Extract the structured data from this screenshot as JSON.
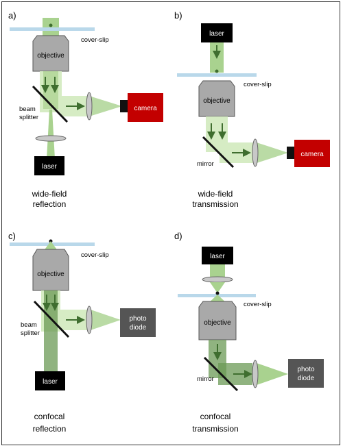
{
  "colors": {
    "beam_light": "#d6ecc4",
    "beam_mid": "#a9d28f",
    "beam_dark": "#6b9a56",
    "arrow": "#3f6e2f",
    "objective": "#a9a9a9",
    "coverslip": "#b9d8ea",
    "camera": "#c30000",
    "laser": "#000000",
    "photodiode": "#555555",
    "lens": "#c8c8c8"
  },
  "panels": {
    "a": {
      "letter": "a)",
      "coverslip": "cover-slip",
      "objective": "objective",
      "splitter": [
        "beam",
        "splitter"
      ],
      "camera": "camera",
      "laser": "laser",
      "caption": [
        "wide-field",
        "reflection"
      ]
    },
    "b": {
      "letter": "b)",
      "laser": "laser",
      "coverslip": "cover-slip",
      "objective": "objective",
      "mirror": "mirror",
      "camera": "camera",
      "caption": [
        "wide-field",
        "transmission"
      ]
    },
    "c": {
      "letter": "c)",
      "coverslip": "cover-slip",
      "objective": "objective",
      "splitter": [
        "beam",
        "splitter"
      ],
      "detector": [
        "photo",
        "diode"
      ],
      "laser": "laser",
      "caption": [
        "confocal",
        "reflection"
      ]
    },
    "d": {
      "letter": "d)",
      "laser": "laser",
      "coverslip": "cover-slip",
      "objective": "objective",
      "mirror": "mirror",
      "detector": [
        "photo",
        "diode"
      ],
      "caption": [
        "confocal",
        "transmission"
      ]
    }
  }
}
